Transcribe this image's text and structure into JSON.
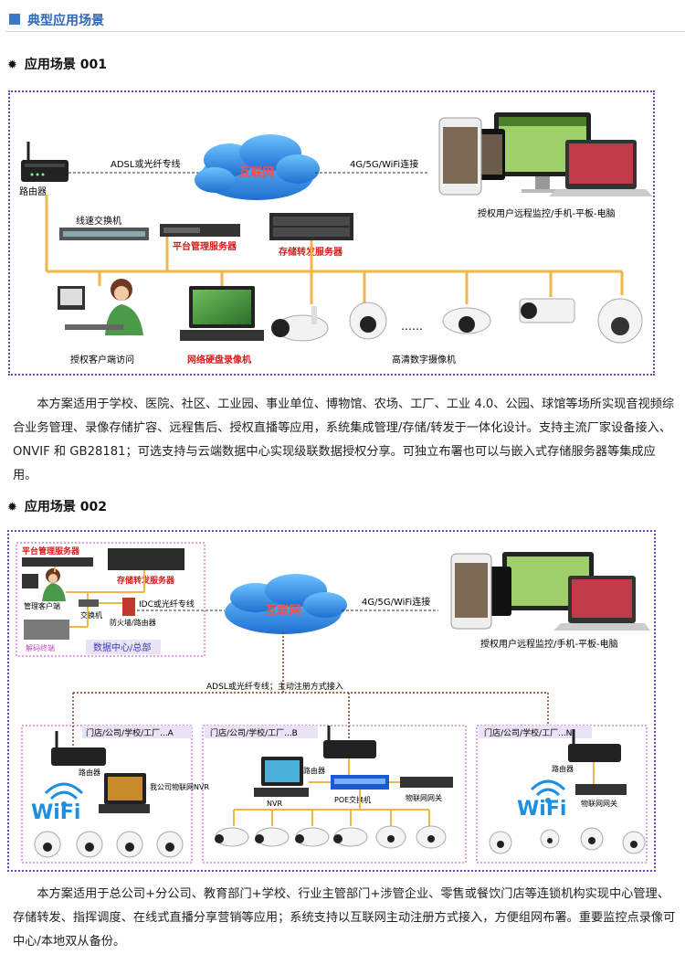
{
  "section_title": "典型应用场景",
  "scene1": {
    "heading": "应用场景 001",
    "router_label": "路由器",
    "link_left": "ADSL或光纤专线",
    "internet": "互联网",
    "link_right": "4G/5G/WiFi连接",
    "remote_label": "授权用户远程监控/手机-平板-电脑",
    "switch_label": "线速交换机",
    "platform_server": "平台管理服务器",
    "storage_server": "存储转发服务器",
    "client_label": "授权客户端访问",
    "nvr_label": "网络硬盘录像机",
    "cameras_label": "高清数字摄像机",
    "dots": "……",
    "paragraph": "本方案适用于学校、医院、社区、工业园、事业单位、博物馆、农场、工厂、工业 4.0、公园、球馆等场所实现音视频综合业务管理、录像存储扩容、远程售后、授权直播等应用，系统集成管理/存储/转发于一体化设计。支持主流厂家设备接入、ONVIF 和 GB28181；可选支持与云端数据中心实现级联数据授权分享。可独立布署也可以与嵌入式存储服务器等集成应用。"
  },
  "scene2": {
    "heading": "应用场景 002",
    "platform_server": "平台管理服务器",
    "storage_server": "存储转发服务器",
    "mgmt_client": "管理客户端",
    "switch": "交换机",
    "firewall": "防火墙/路由器",
    "idc_link": "IDC或光纤专线",
    "decoder": "解码终端",
    "datacenter": "数据中心/总部",
    "internet": "互联网",
    "link_right": "4G/5G/WiFi连接",
    "remote_label": "授权用户远程监控/手机-平板-电脑",
    "adsl_note": "ADSL或光纤专线；主动注册方式接入",
    "sites": [
      {
        "title": "门店/公司/学校/工厂...A",
        "router": "路由器",
        "wifi": "WiFi",
        "nvr": "我公司物联网NVR"
      },
      {
        "title": "门店/公司/学校/工厂...B",
        "router": "路由器",
        "nvr": "NVR",
        "poe": "POE交换机",
        "gateway": "物联网网关"
      },
      {
        "title": "门店/公司/学校/工厂...N",
        "router": "路由器",
        "wifi": "WiFi",
        "gateway": "物联网网关"
      }
    ],
    "paragraph": "本方案适用于总公司+分公司、教育部门+学校、行业主管部门+涉管企业、零售或餐饮门店等连锁机构实现中心管理、存储转发、指挥调度、在线式直播分享营销等应用；系统支持以互联网主动注册方式接入，方便组网布署。重要监控点录像可中心/本地双从备份。"
  },
  "colors": {
    "accent": "#3b77c9",
    "wire": "#f0b64a",
    "frame": "#6a46b8",
    "cloud": "#3a8ee0",
    "red": "#d91b1b"
  }
}
